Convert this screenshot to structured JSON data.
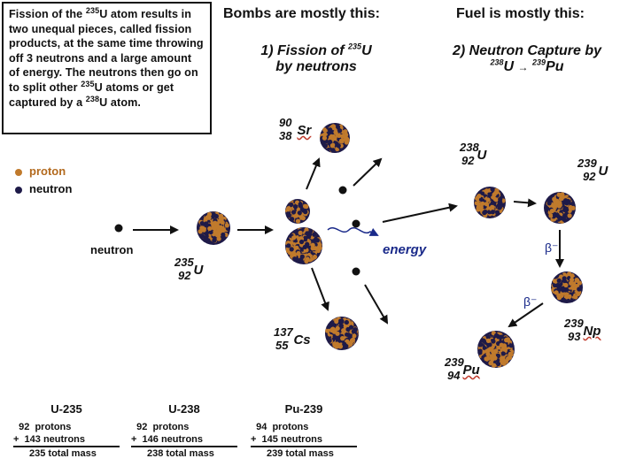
{
  "description": {
    "parts": [
      {
        "t": "Fission of the "
      },
      {
        "sup": "235"
      },
      {
        "t": "U atom results in two unequal pieces, called fission products, at the same time throwing off 3 neutrons and a large amount of energy. The neutrons then go on to split other "
      },
      {
        "sup": "235"
      },
      {
        "t": "U atoms or get captured by a "
      },
      {
        "sup": "238"
      },
      {
        "t": "U atom."
      }
    ]
  },
  "headers": {
    "bombs": "Bombs are mostly this:",
    "fuel": "Fuel is mostly this:"
  },
  "panel1": {
    "number": "1) Fission of ",
    "mass": "235",
    "element": "U",
    "line2": "by neutrons"
  },
  "panel2": {
    "title": "2) Neutron Capture by",
    "reaction": {
      "m1": "238",
      "s1": "U",
      "arrow": "→",
      "m2": "239",
      "s2": "Pu"
    }
  },
  "legend": {
    "proton": "proton",
    "neutron": "neutron",
    "proton_color": "#c07a2c",
    "neutron_color": "#1e1a48"
  },
  "labels": {
    "neutron": "neutron",
    "energy": "energy",
    "beta1": "β⁻",
    "beta2": "β⁻"
  },
  "isotopes": {
    "u235": {
      "mass": "235",
      "z": "92",
      "sym": "U"
    },
    "sr90": {
      "mass": "90",
      "z": "38",
      "sym": "Sr"
    },
    "cs137": {
      "mass": "137",
      "z": "55",
      "sym": "Cs"
    },
    "u238": {
      "mass": "238",
      "z": "92",
      "sym": "U"
    },
    "u239": {
      "mass": "239",
      "z": "92",
      "sym": "U"
    },
    "np239": {
      "mass": "239",
      "z": "93",
      "sym": "Np"
    },
    "pu239": {
      "mass": "239",
      "z": "94",
      "sym": "Pu"
    }
  },
  "composition": [
    {
      "name": "U-235",
      "protons": "  92  protons",
      "neutrons": "+  143 neutrons",
      "total": "235 total mass"
    },
    {
      "name": "U-238",
      "protons": "  92  protons",
      "neutrons": "+  146 neutrons",
      "total": "238 total mass"
    },
    {
      "name": "Pu-239",
      "protons": "  94  protons",
      "neutrons": "+  145 neutrons",
      "total": "239 total mass"
    }
  ]
}
